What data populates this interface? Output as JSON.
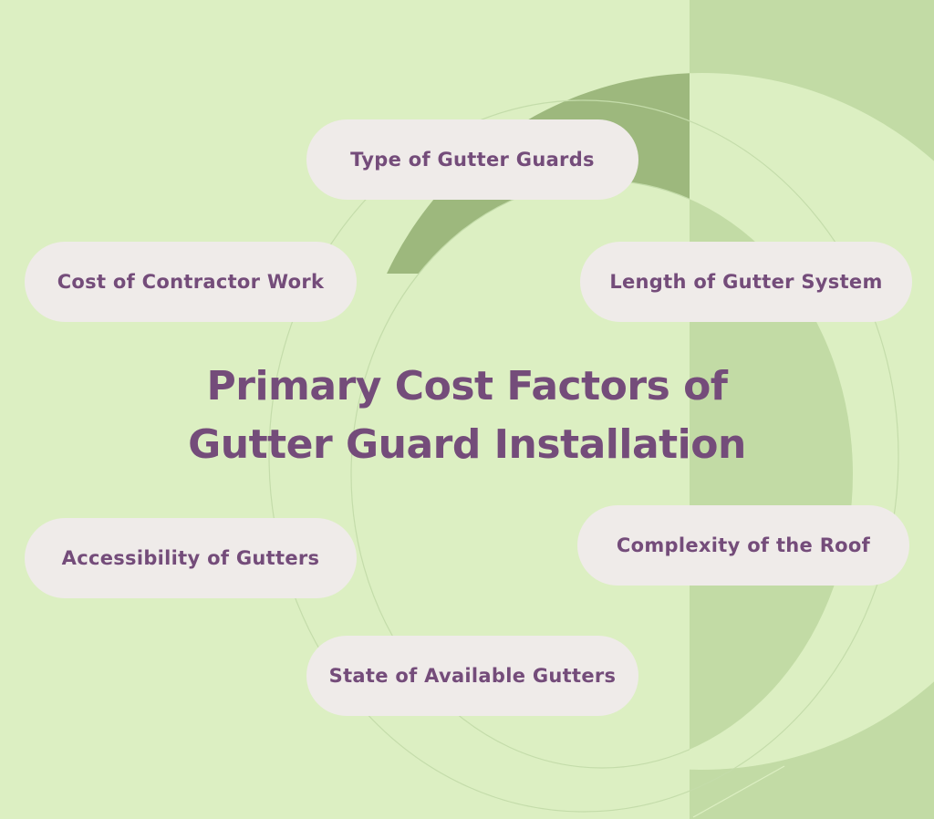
{
  "title": {
    "line1": "Primary Cost Factors of",
    "line2": "Gutter Guard Installation"
  },
  "factors": [
    {
      "label": "Type of Gutter Guards"
    },
    {
      "label": "Cost of Contractor Work"
    },
    {
      "label": "Length of Gutter System"
    },
    {
      "label": "Accessibility of Gutters"
    },
    {
      "label": "Complexity of the Roof"
    },
    {
      "label": "State of Available Gutters"
    }
  ],
  "colors": {
    "background": "#dcefc2",
    "band": "#c2dba5",
    "dark_accent": "#9db87d",
    "pill": "#efebe9",
    "text": "#744c7a"
  }
}
